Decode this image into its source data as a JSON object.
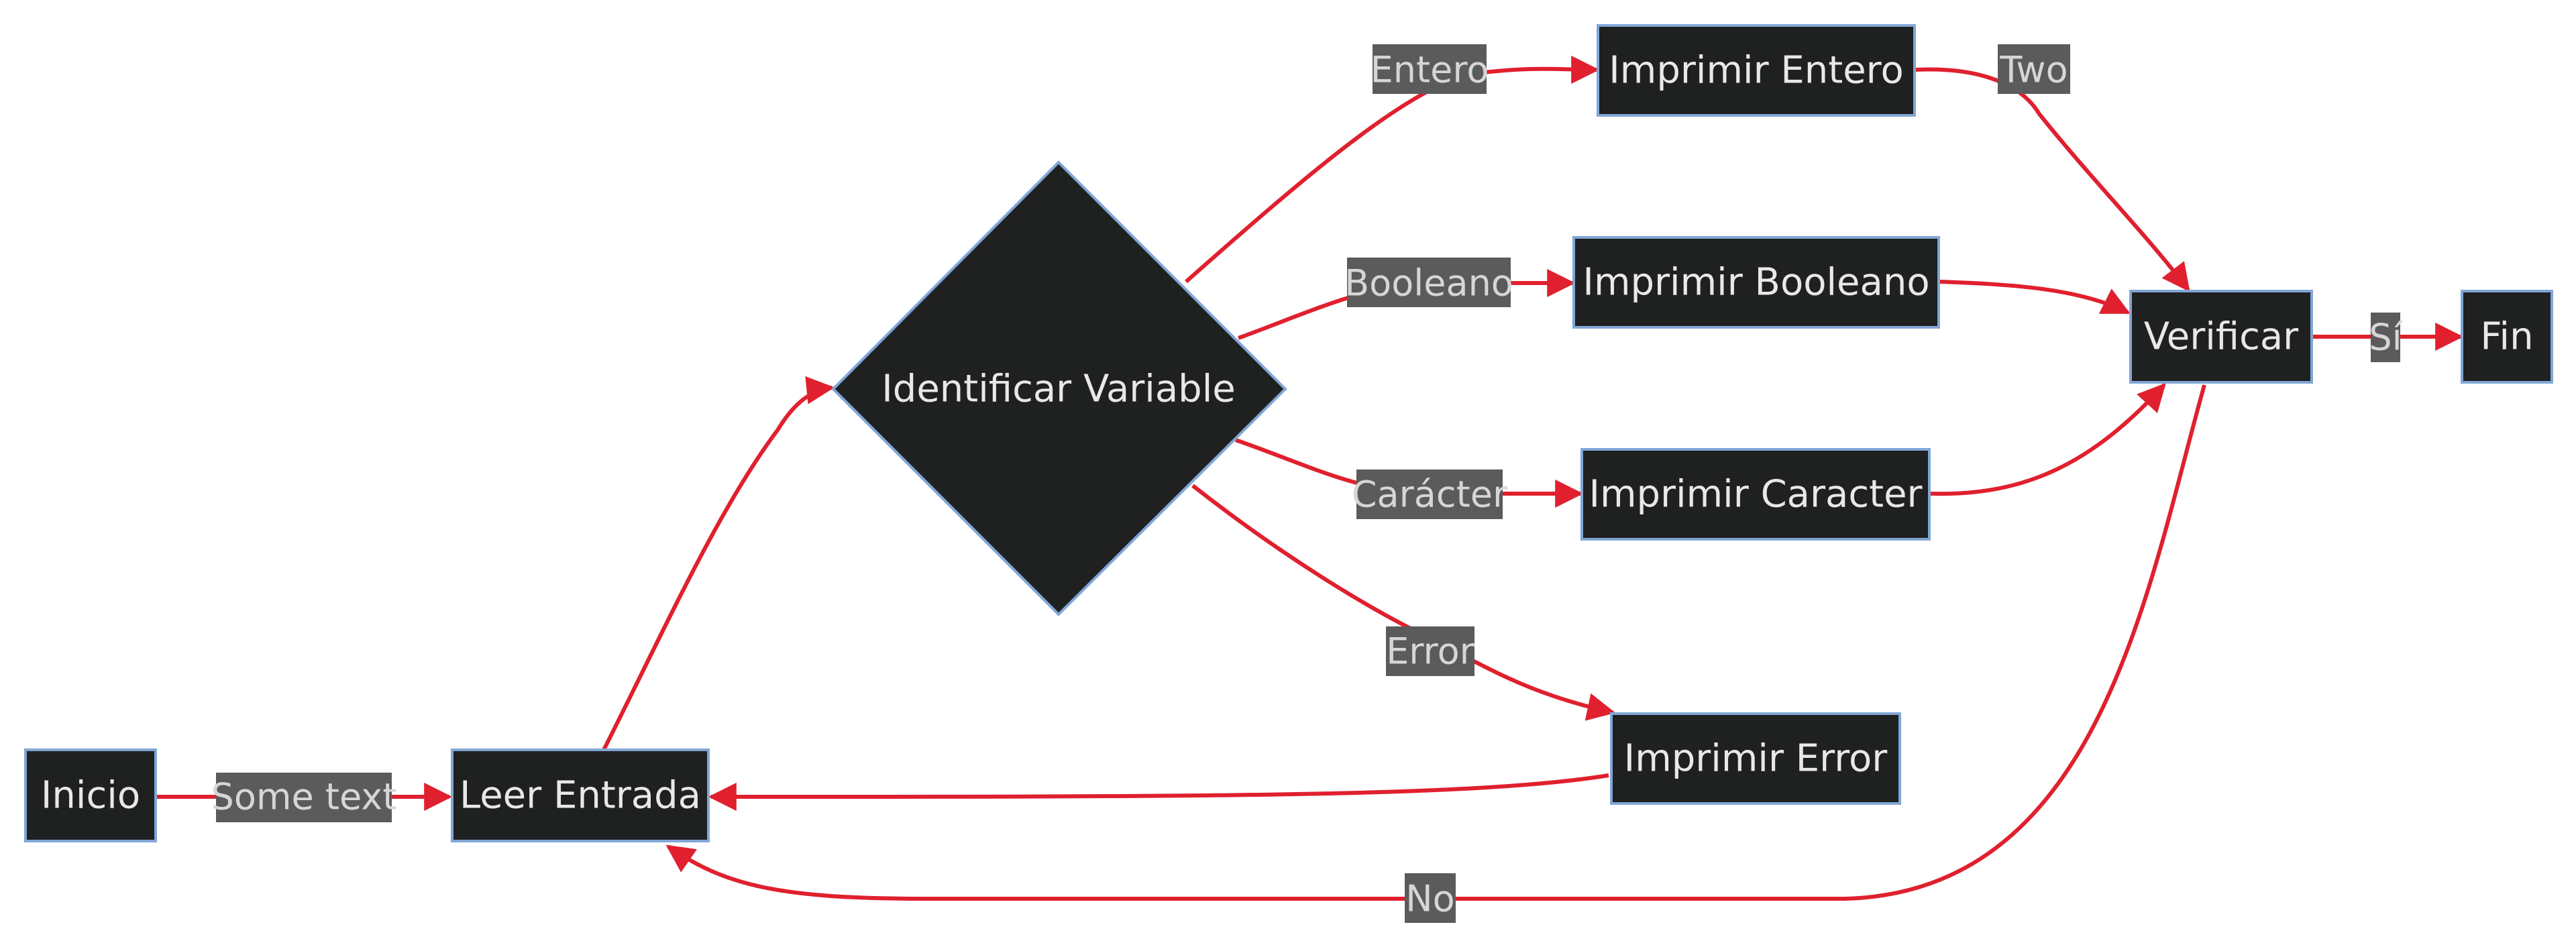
{
  "colors": {
    "background": "#ffffff",
    "node_fill": "#1f2020",
    "node_border": "#81a6d6",
    "edge": "#e0202e",
    "label_bg": "#5b5b5b",
    "text": "#e8e8e8"
  },
  "nodes": {
    "inicio": "Inicio",
    "leer": "Leer Entrada",
    "identificar": "Identificar Variable",
    "entero": "Imprimir Entero",
    "booleano": "Imprimir Booleano",
    "caracter": "Imprimir Caracter",
    "error": "Imprimir Error",
    "verificar": "Verificar",
    "fin": "Fin"
  },
  "edges": {
    "inicio_leer": "Some text",
    "id_entero": "Entero",
    "id_booleano": "Booleano",
    "id_caracter": "Carácter",
    "id_error": "Error",
    "entero_verificar": "Two",
    "verificar_fin": "Sí",
    "verificar_leer": "No"
  }
}
